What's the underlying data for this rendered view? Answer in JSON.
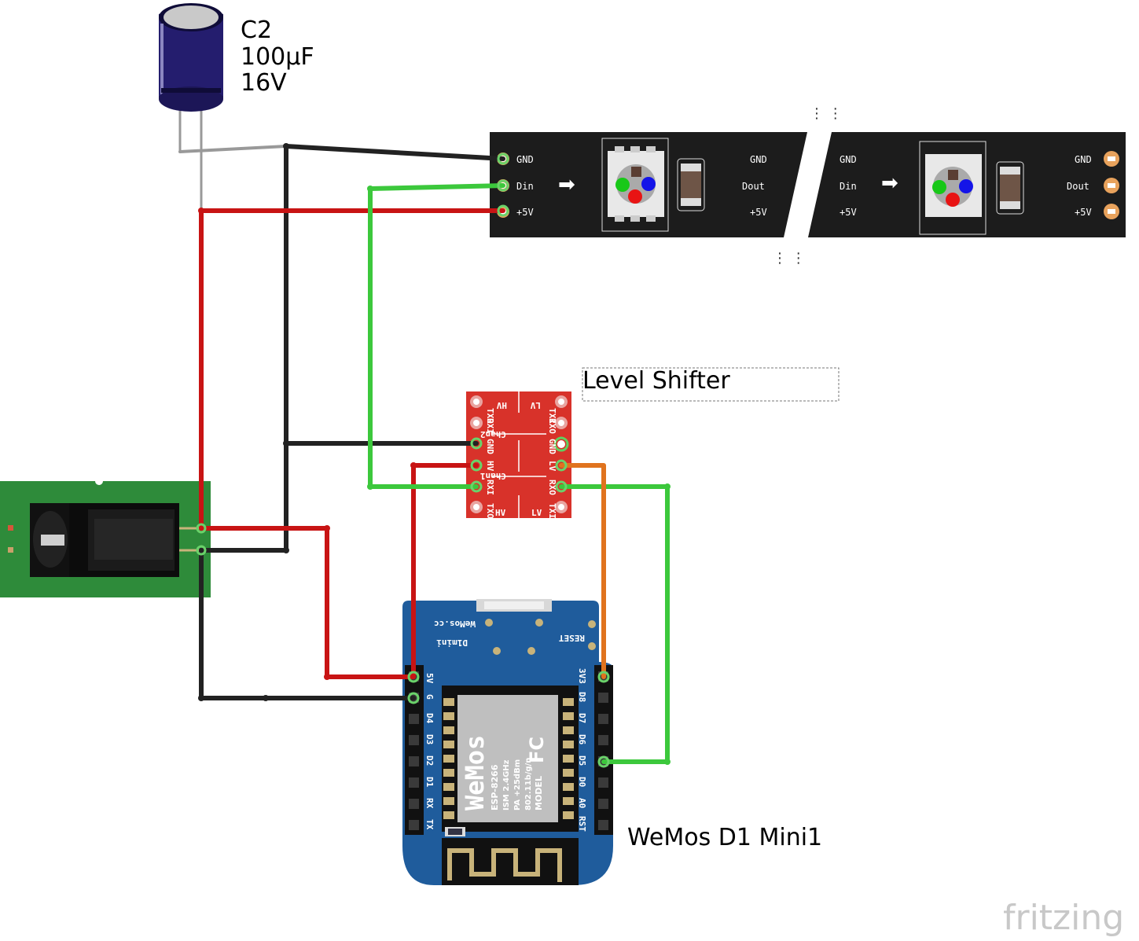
{
  "capacitor": {
    "name": "C2",
    "capacitance": "100µF",
    "voltage": "16V"
  },
  "led_strip": {
    "segment1_pins": [
      "GND",
      "Din",
      "+5V"
    ],
    "segment1_out": [
      "GND",
      "Dout",
      "+5V"
    ],
    "segment2_pins": [
      "GND",
      "Din",
      "+5V"
    ],
    "segment2_out": [
      "GND",
      "Dout",
      "+5V"
    ]
  },
  "level_shifter": {
    "label": "Level Shifter",
    "left_pins": [
      "TXO",
      "RXI",
      "GND",
      "HV",
      "RXI",
      "TXO"
    ],
    "right_pins": [
      "TXI",
      "RXO",
      "GND",
      "LV",
      "RXO",
      "TXI"
    ],
    "left_top": "HV",
    "right_top": "LV",
    "chan2": "Chan2",
    "chan1": "Chan1",
    "left_bottom": "HV",
    "right_bottom": "LV"
  },
  "wemos": {
    "label": "WeMos D1 Mini1",
    "brand": "WeMos.cc",
    "model": "D1mini",
    "reset": "RESET",
    "left_pins": [
      "5V",
      "G",
      "D4",
      "D3",
      "D2",
      "D1",
      "RX",
      "TX"
    ],
    "right_pins": [
      "3V3",
      "D8",
      "D7",
      "D6",
      "D5",
      "D0",
      "A0",
      "RST"
    ],
    "chip_brand": "WeMos",
    "chip_lines": [
      "ESP-8266",
      "ISM 2.4GHz",
      "PA +25dBm",
      "802.11b/g/n"
    ],
    "chip_model": "MODEL",
    "fcc": "FC"
  },
  "watermark": "fritzing",
  "colors": {
    "wire_red": "#c81414",
    "wire_black": "#333333",
    "wire_green": "#3cc83c",
    "wire_orange": "#e0731e",
    "strip": "#1c1c1c",
    "shifter": "#d8322a",
    "wemos": "#1f5c9c",
    "jack_board": "#2e8b3a"
  }
}
